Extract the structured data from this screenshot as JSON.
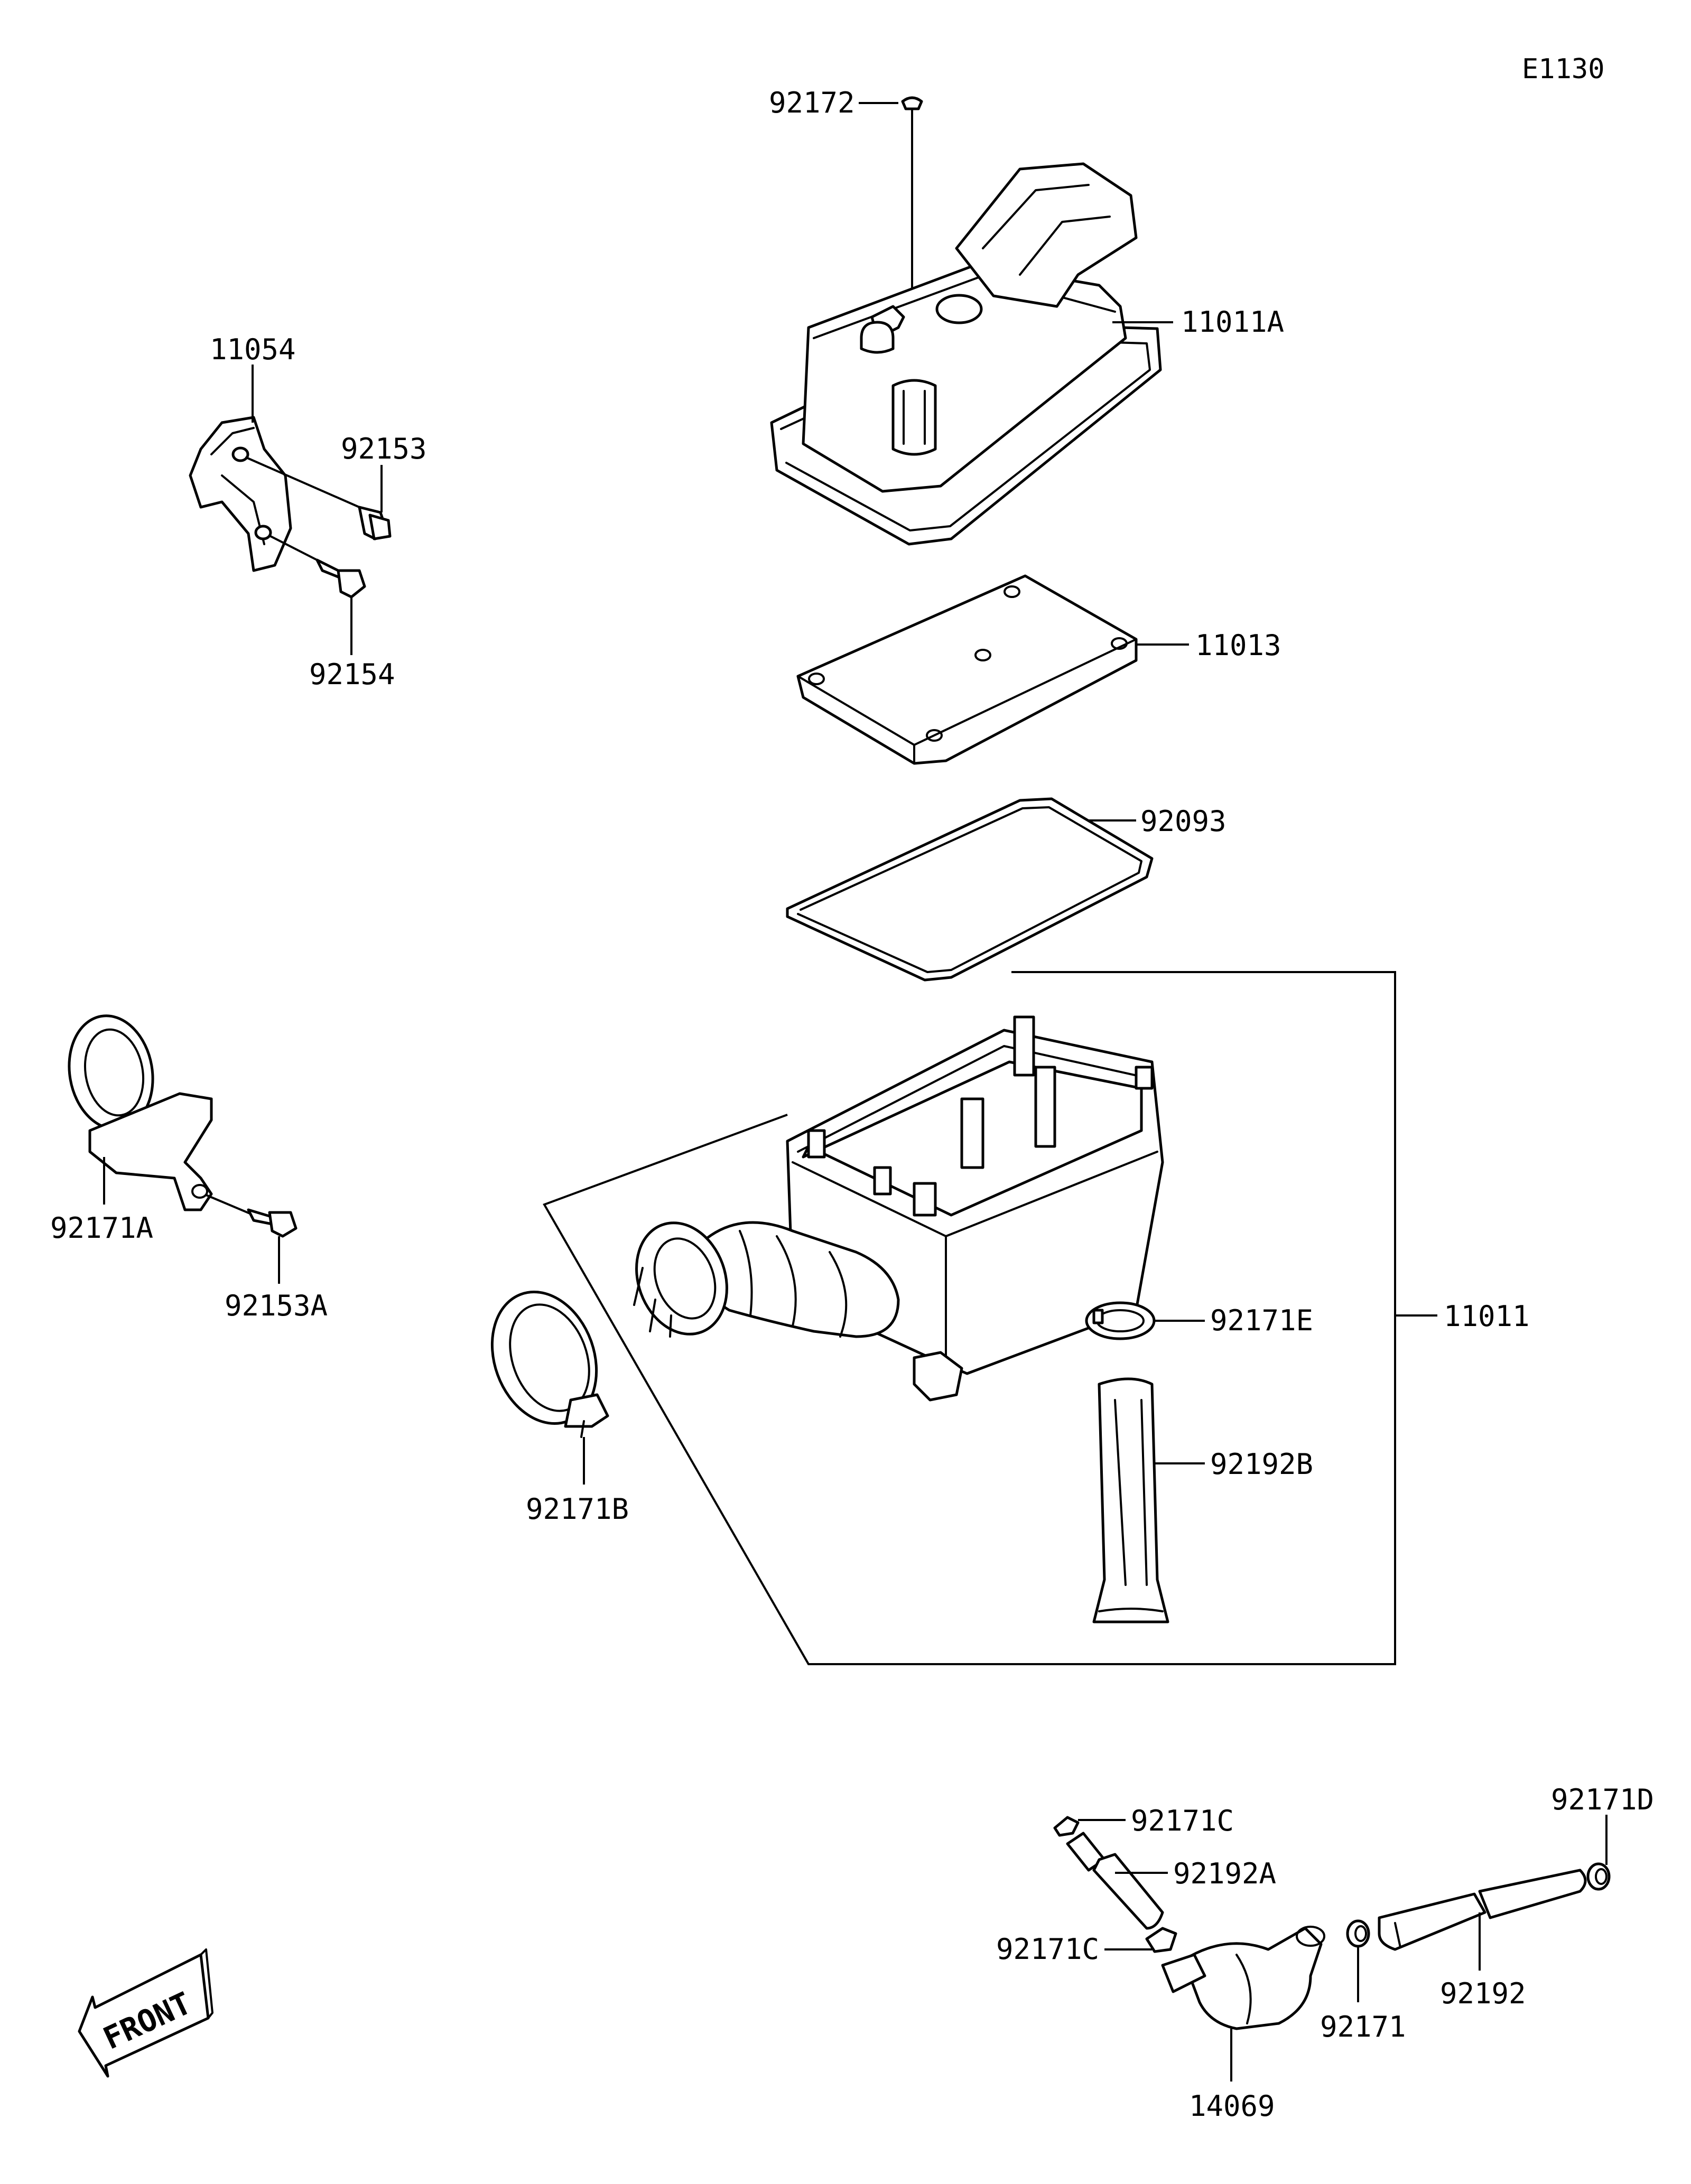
{
  "diagram_code": "E1130",
  "front_label": "FRONT",
  "parts": [
    {
      "id": "92172"
    },
    {
      "id": "11011A"
    },
    {
      "id": "11054"
    },
    {
      "id": "92153"
    },
    {
      "id": "92154"
    },
    {
      "id": "11013"
    },
    {
      "id": "92093"
    },
    {
      "id": "92171A"
    },
    {
      "id": "92153A"
    },
    {
      "id": "11011"
    },
    {
      "id": "92171E"
    },
    {
      "id": "92171B"
    },
    {
      "id": "92192B"
    },
    {
      "id": "92171D"
    },
    {
      "id": "92171C"
    },
    {
      "id": "92192A"
    },
    {
      "id": "92171C"
    },
    {
      "id": "92192"
    },
    {
      "id": "92171"
    },
    {
      "id": "14069"
    }
  ]
}
